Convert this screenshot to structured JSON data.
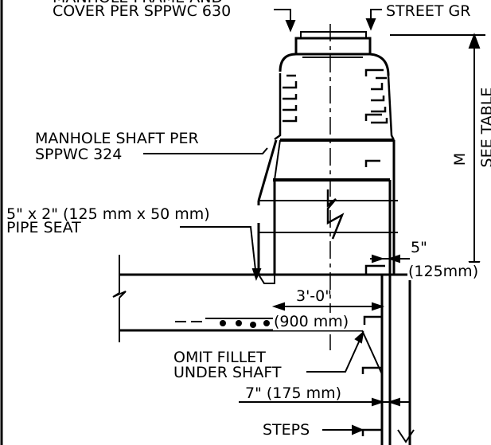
{
  "labels": {
    "frame_line1": "MANHOLE FRAME AND",
    "frame_line2": "COVER PER SPPWC 630",
    "street": "STREET GR",
    "shaft_line1": "MANHOLE SHAFT PER",
    "shaft_line2": "SPPWC 324",
    "pipe_seat_line1": "5\" x 2\" (125 mm x 50 mm)",
    "pipe_seat_line2": "PIPE SEAT",
    "dim_m": "M",
    "see_table": "SEE TABLE",
    "offset_in": "5\"",
    "offset_mm": "(125mm)",
    "width_ft": "3'-0\"",
    "width_mm": "(900 mm)",
    "omit_line1": "OMIT FILLET",
    "omit_line2": "UNDER SHAFT",
    "step_dim": "7\" (175 mm)",
    "steps": "STEPS"
  },
  "colors": {
    "ink": "#000000",
    "paper": "#ffffff"
  }
}
